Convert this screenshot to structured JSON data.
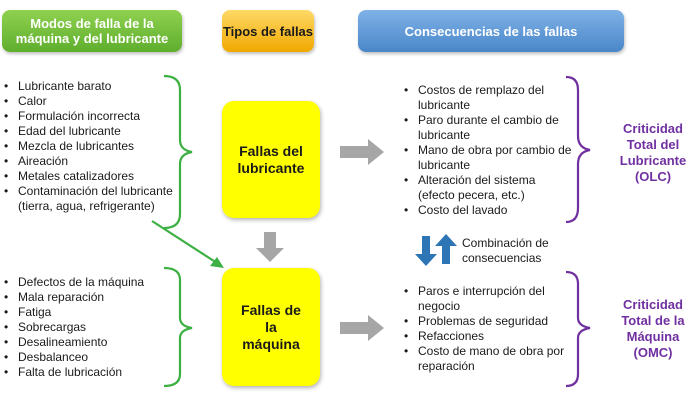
{
  "headers": {
    "modes": "Modos de falla de la máquina y del lubricante",
    "types": "Tipos de fallas",
    "consequences": "Consecuencias de las fallas"
  },
  "lubricant_modes": [
    "Lubricante barato",
    "Calor",
    "Formulación incorrecta",
    "Edad del lubricante",
    "Mezcla de lubricantes",
    "Aireación",
    "Metales catalizadores",
    "Contaminación del lubricante (tierra, agua, refrigerante)"
  ],
  "machine_modes": [
    "Defectos de la máquina",
    "Mala reparación",
    "Fatiga",
    "Sobrecargas",
    "Desalineamiento",
    "Desbalanceo",
    "Falta de lubricación"
  ],
  "failure_types": {
    "lubricant": "Fallas del lubricante",
    "machine": "Fallas de la máquina"
  },
  "lubricant_consequences": [
    "Costos de remplazo del lubricante",
    "Paro durante el cambio de lubricante",
    "Mano de obra por cambio de lubricante",
    "Alteración del sistema (efecto pecera, etc.)",
    "Costo del lavado"
  ],
  "machine_consequences": [
    "Paros e interrupción del negocio",
    "Problemas de seguridad",
    "Refacciones",
    "Costo de mano de obra por reparación"
  ],
  "combination_label": "Combinación de consecuencias",
  "criticality": {
    "lubricant": "Criticidad Total del Lubricante (OLC)",
    "machine": "Criticidad Total de la Máquina (OMC)"
  },
  "colors": {
    "green": "#5fae2e",
    "orange": "#f0a800",
    "blue": "#4a86c8",
    "yellow": "#ffff00",
    "purple": "#7030a0",
    "gray_arrow": "#a6a6a6",
    "dark_blue_arrow": "#2e75b6"
  }
}
